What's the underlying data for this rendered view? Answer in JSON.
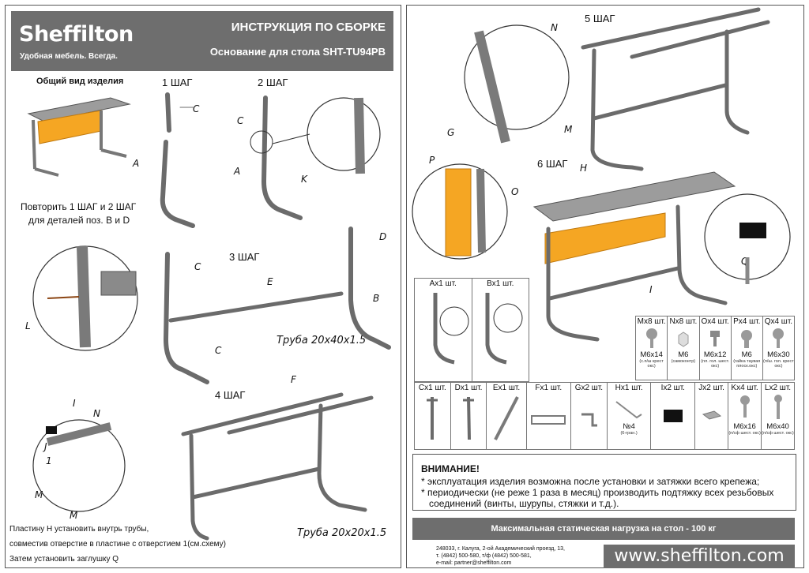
{
  "header": {
    "logo": "Sheffilton",
    "slogan": "Удобная мебель. Всегда.",
    "title": "ИНСТРУКЦИЯ ПО СБОРКЕ",
    "subtitle": "Основание для стола SHT-TU94PB"
  },
  "general_view": "Общий вид изделия",
  "steps": {
    "s1": "1 ШАГ",
    "s2": "2 ШАГ",
    "s3": "3 ШАГ",
    "s4": "4 ШАГ",
    "s5": "5 ШАГ",
    "s6": "6 ШАГ"
  },
  "repeat_note": "Повторить 1 ШАГ и 2 ШАГ",
  "repeat_note2": "для деталей поз. В и D",
  "labels": {
    "a": "A",
    "c": "C",
    "k": "K",
    "d": "D",
    "e": "E",
    "b": "B",
    "l": "L",
    "f": "F",
    "i": "I",
    "n": "N",
    "j": "J",
    "one": "1",
    "m": "M",
    "g": "G",
    "p": "P",
    "o": "O",
    "h": "H",
    "q": "Q"
  },
  "tube1": "Труба 20х40х1.5",
  "tube2": "Труба 20х20х1.5",
  "notes": [
    "Пластину Н установить внутрь трубы,",
    "совместив отверстие в пластине с отверстием 1(см.схему)",
    "Затем установить заглушку Q"
  ],
  "parts_row1": [
    {
      "name": "Ax1 шт."
    },
    {
      "name": "Bx1 шт."
    }
  ],
  "fasteners": [
    {
      "name": "Mx8 шт.",
      "size": "M6x14",
      "sub": "(с.п/ш крест окс)"
    },
    {
      "name": "Nx8 шт.",
      "size": "M6",
      "sub": "(самоконтр)"
    },
    {
      "name": "Ox4 шт.",
      "size": "M6x12",
      "sub": "(пл. гол. шест. окс)"
    },
    {
      "name": "Px4 шт.",
      "size": "M6",
      "sub": "(гайка таувая плоск.окс)"
    },
    {
      "name": "Qx4 шт.",
      "size": "M6x30",
      "sub": "(п/ш. гол. крест окс)"
    }
  ],
  "parts_row2": [
    {
      "name": "Cx1 шт.",
      "size": "",
      "sub": ""
    },
    {
      "name": "Dx1 шт.",
      "size": "",
      "sub": ""
    },
    {
      "name": "Ex1 шт.",
      "size": "",
      "sub": ""
    },
    {
      "name": "Fx1 шт.",
      "size": "",
      "sub": ""
    },
    {
      "name": "Gx2 шт.",
      "size": "",
      "sub": ""
    },
    {
      "name": "Hx1 шт.",
      "size": "№4",
      "sub": "(6-гран.)"
    },
    {
      "name": "Ix2 шт.",
      "size": "",
      "sub": ""
    },
    {
      "name": "Jx2 шт.",
      "size": "",
      "sub": ""
    },
    {
      "name": "Kx4 шт.",
      "size": "M6x16",
      "sub": "(п/сф шест. окс)"
    },
    {
      "name": "Lx2 шт.",
      "size": "M6x40",
      "sub": "(п/сф шест. окс)"
    }
  ],
  "warning": {
    "title": "ВНИМАНИЕ!",
    "line1": "* эксплуатация изделия возможна после установки и затяжки всего крепежа;",
    "line2": "* периодически (не реже 1 раза в месяц) производить подтяжку всех резьбовых",
    "line3": "соединений (винты, шурупы, стяжки и т.д.)."
  },
  "max_load": "Максимальная статическая нагрузка на стол - 100 кг",
  "address": [
    "248033, г. Калуга, 2-ой Академический проезд, 13,",
    "т. (4842) 500-580, т/ф (4842) 500-581,",
    "e-mail: partner@sheffilton.com"
  ],
  "website": "www.sheffilton.com",
  "colors": {
    "header": "#6e6e6e",
    "panel": "#f5a623",
    "metal": "#8a8a8a"
  }
}
